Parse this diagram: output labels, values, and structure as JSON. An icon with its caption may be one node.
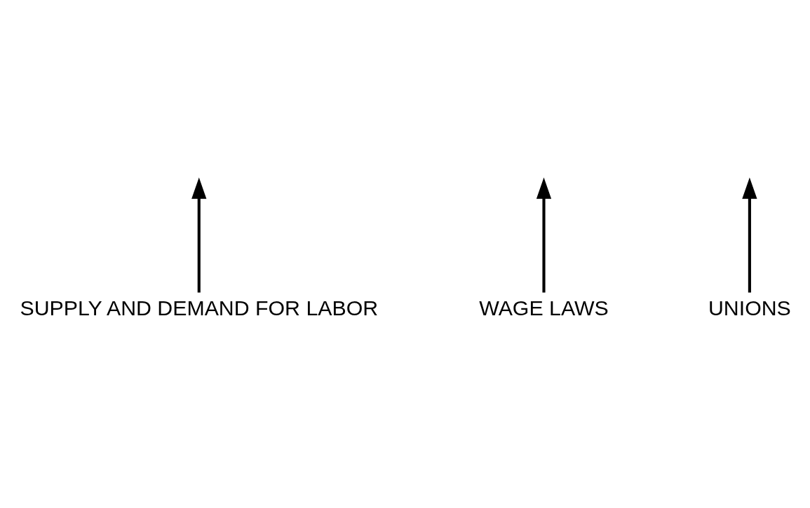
{
  "diagram": {
    "nodes": [
      {
        "text": [
          "SUPPLY AND DEMAND FOR LABOR"
        ]
      },
      {
        "text": [
          "WAGE LAWS"
        ]
      },
      {
        "text": [
          "UNIONS"
        ]
      }
    ],
    "edges": [
      {
        "from": 0,
        "to": null,
        "arrow": "to"
      },
      {
        "from": 1,
        "to": null,
        "arrow": "to"
      },
      {
        "from": 2,
        "to": null,
        "arrow": "to"
      }
    ]
  }
}
